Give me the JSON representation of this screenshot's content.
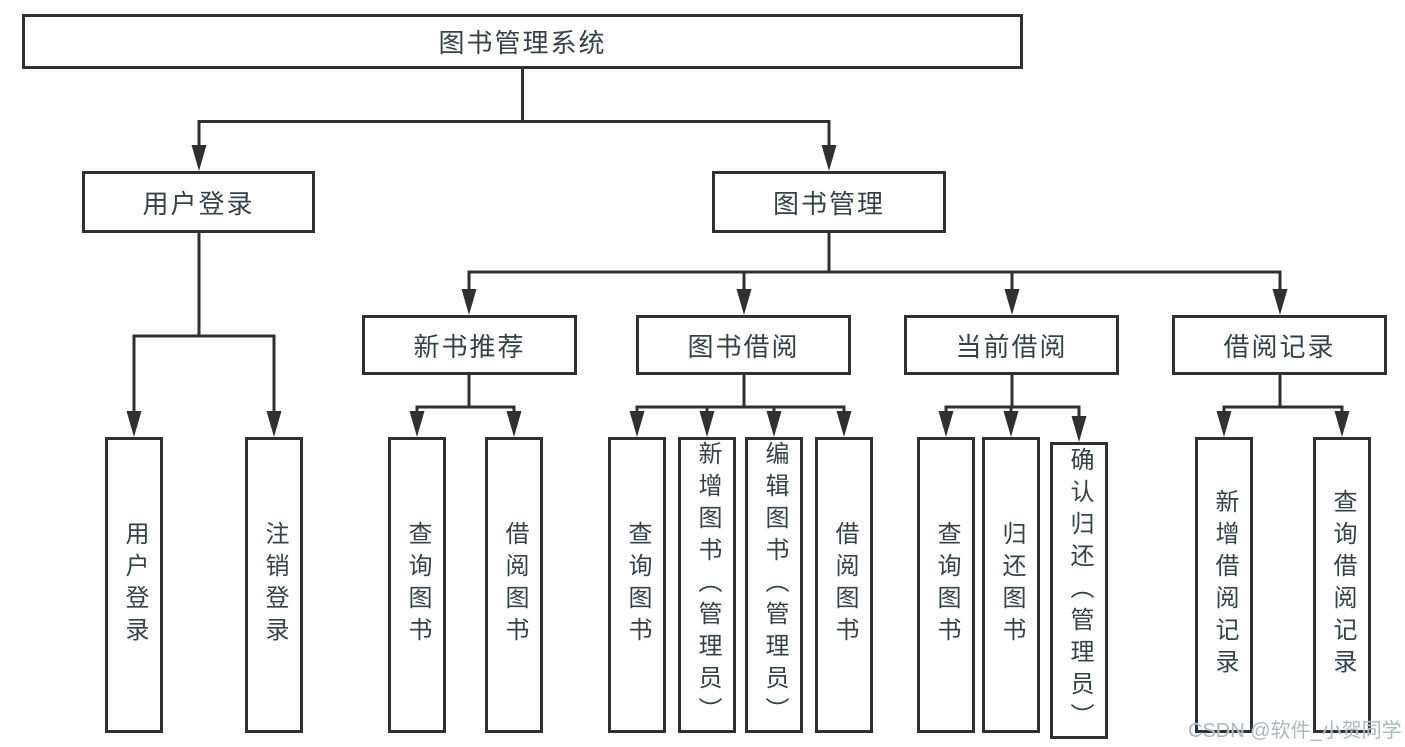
{
  "diagram": {
    "title": "图书管理系统",
    "watermark": "CSDN @软件_小贺同学",
    "colors": {
      "line": "#303030",
      "box_border": "#303030",
      "text": "#3c4045",
      "background": "#ffffff",
      "watermark_text": "#b2b7bc"
    },
    "nodes": {
      "root": {
        "label": "图书管理系统"
      },
      "user_login": {
        "label": "用户登录"
      },
      "book_mgmt": {
        "label": "图书管理"
      },
      "new_book_rec": {
        "label": "新书推荐"
      },
      "book_borrow": {
        "label": "图书借阅"
      },
      "current_borrow": {
        "label": "当前借阅"
      },
      "borrow_records": {
        "label": "借阅记录"
      },
      "leaf_user_login": {
        "label": "用户登录"
      },
      "leaf_logout": {
        "label": "注销登录"
      },
      "leaf_nb_query": {
        "label": "查询图书"
      },
      "leaf_nb_borrow": {
        "label": "借阅图书"
      },
      "leaf_bb_query": {
        "label": "查询图书"
      },
      "leaf_bb_add": {
        "label": "新增图书（管理员）"
      },
      "leaf_bb_edit": {
        "label": "编辑图书（管理员）"
      },
      "leaf_bb_borrow": {
        "label": "借阅图书"
      },
      "leaf_cb_query": {
        "label": "查询图书"
      },
      "leaf_cb_return": {
        "label": "归还图书"
      },
      "leaf_cb_confirm": {
        "label": "确认归还（管理员）"
      },
      "leaf_br_add": {
        "label": "新增借阅记录"
      },
      "leaf_br_query": {
        "label": "查询借阅记录"
      }
    },
    "hierarchy": {
      "root": [
        "user_login",
        "book_mgmt"
      ],
      "user_login": [
        "leaf_user_login",
        "leaf_logout"
      ],
      "book_mgmt": [
        "new_book_rec",
        "book_borrow",
        "current_borrow",
        "borrow_records"
      ],
      "new_book_rec": [
        "leaf_nb_query",
        "leaf_nb_borrow"
      ],
      "book_borrow": [
        "leaf_bb_query",
        "leaf_bb_add",
        "leaf_bb_edit",
        "leaf_bb_borrow"
      ],
      "current_borrow": [
        "leaf_cb_query",
        "leaf_cb_return",
        "leaf_cb_confirm"
      ],
      "borrow_records": [
        "leaf_br_add",
        "leaf_br_query"
      ]
    }
  }
}
